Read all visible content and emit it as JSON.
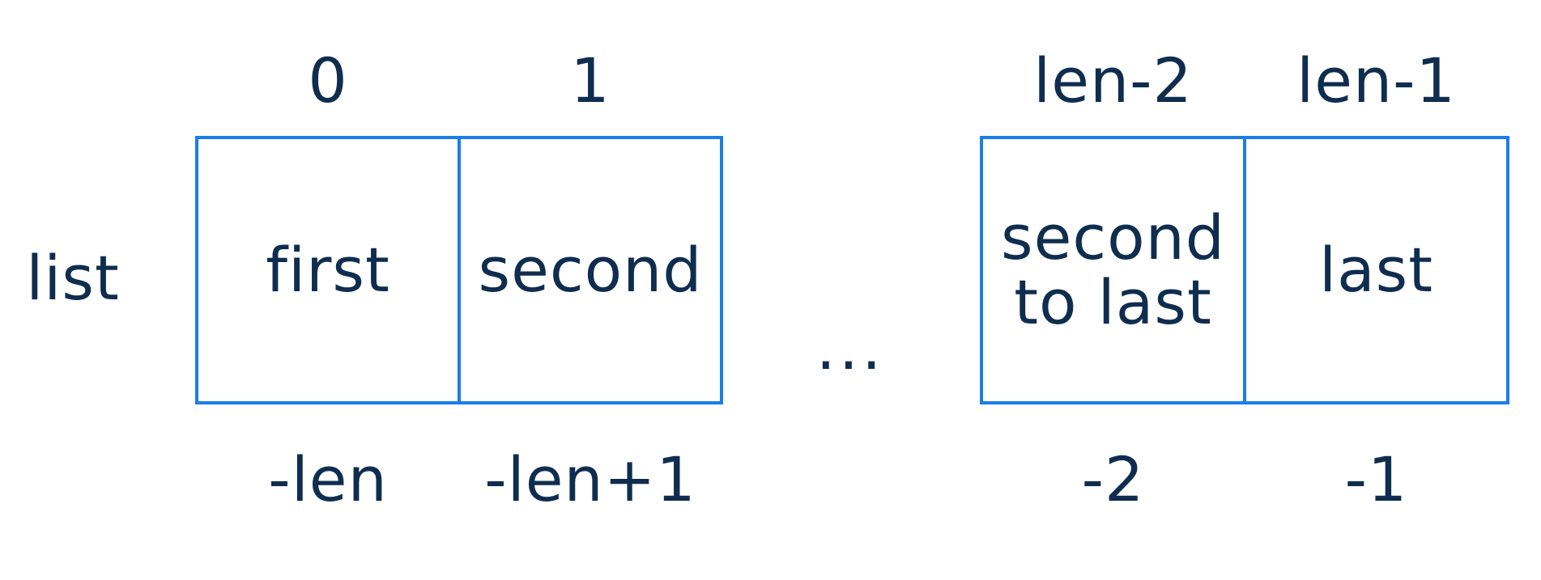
{
  "list_label": "list",
  "ellipsis": "...",
  "colors": {
    "text": "#0f2d4f",
    "cell_border": "#1a7ee8",
    "background": "#ffffff"
  },
  "cells": [
    {
      "value": "first",
      "positive_index": "0",
      "negative_index": "-len"
    },
    {
      "value": "second",
      "positive_index": "1",
      "negative_index": "-len+1"
    },
    {
      "value": "second\nto last",
      "positive_index": "len-2",
      "negative_index": "-2"
    },
    {
      "value": "last",
      "positive_index": "len-1",
      "negative_index": "-1"
    }
  ]
}
